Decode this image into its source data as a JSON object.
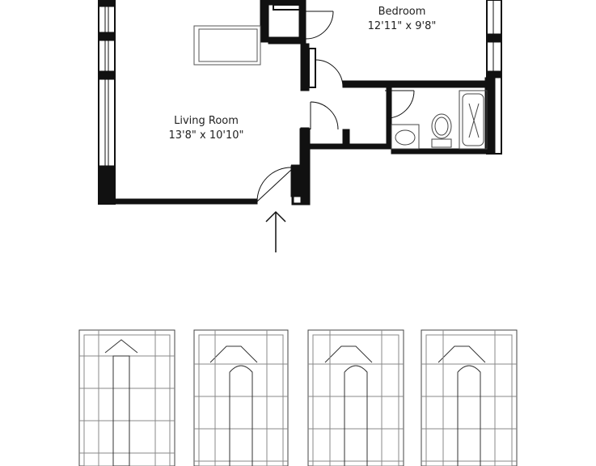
{
  "rooms": {
    "living": {
      "name": "Living Room",
      "size": "13'8\" x 10'10\""
    },
    "bedroom": {
      "name": "Bedroom",
      "size": "12'11\" x 9'8\""
    }
  },
  "colors": {
    "wall": "#111111",
    "line": "#333333",
    "paper": "#ffffff",
    "fixture": "#666666"
  }
}
